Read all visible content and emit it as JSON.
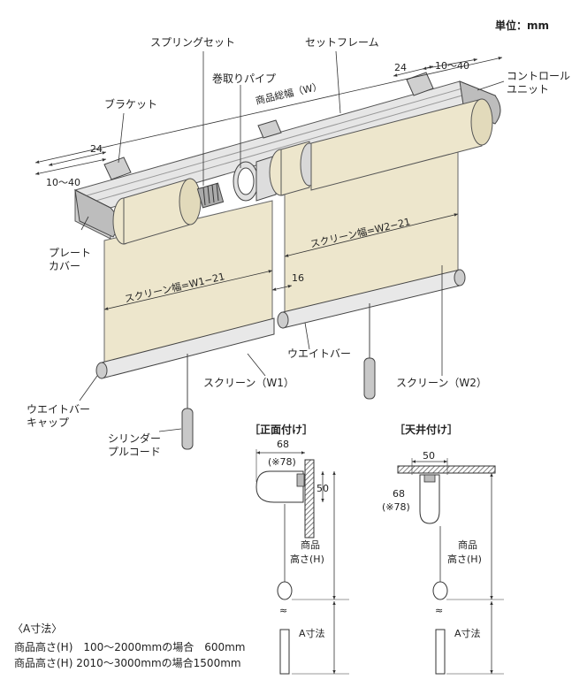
{
  "unit_note": "単位：mm",
  "labels": {
    "spring_set": "スプリングセット",
    "set_frame": "セットフレーム",
    "winding_pipe": "巻取りパイプ",
    "product_width": "商品総幅（W）",
    "bracket": "ブラケット",
    "control_unit_1": "コントロール",
    "control_unit_2": "ユニット",
    "dim_24_left": "24",
    "dim_10_40_left": "10〜40",
    "dim_24_right": "24",
    "dim_10_40_right": "10〜40",
    "plate_cover_1": "プレート",
    "plate_cover_2": "カバー",
    "screen_width_1": "スクリーン幅=W1−21",
    "screen_width_2": "スクリーン幅=W2−21",
    "gap_16": "16",
    "weight_bar": "ウエイトバー",
    "screen_w1": "スクリーン（W1）",
    "screen_w2": "スクリーン（W2）",
    "weight_bar_cap_1": "ウエイトバー",
    "weight_bar_cap_2": "キャップ",
    "cylinder_1": "シリンダー",
    "cylinder_2": "プルコード"
  },
  "front_mount": {
    "title": "［正面付け］",
    "depth": "68",
    "depth_alt": "(※78)",
    "height": "50",
    "product_height_1": "商品",
    "product_height_2": "高さ(H)",
    "a_dim": "A寸法"
  },
  "ceiling_mount": {
    "title": "［天井付け］",
    "width": "50",
    "depth": "68",
    "depth_alt": "(※78)",
    "product_height_1": "商品",
    "product_height_2": "高さ(H)",
    "a_dim": "A寸法"
  },
  "a_dimension_note": {
    "title": "〈A寸法〉",
    "line1": "商品高さ(H)　100〜2000mmの場合　600mm",
    "line2": "商品高さ(H) 2010〜3000mmの場合1500mm"
  },
  "colors": {
    "screen_fill": "#ede6cc",
    "frame_fill": "#d8d8d8",
    "frame_dark": "#9a9a9a",
    "wall_fill": "#888888",
    "line": "#333333"
  }
}
